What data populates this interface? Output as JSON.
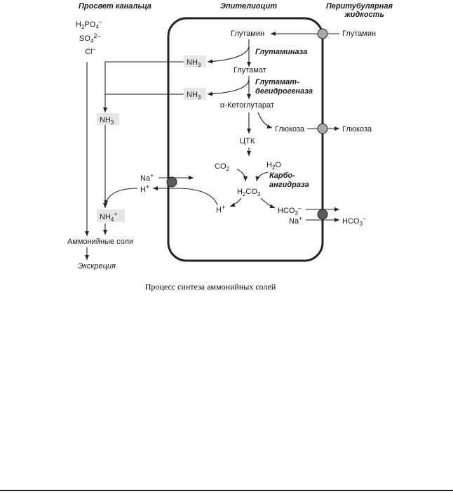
{
  "headers": {
    "lumen": "Просвет канальца",
    "cell": "Эпителиоцит",
    "peritubular_1": "Перитубулярная",
    "peritubular_2": "жидкость"
  },
  "lumen_ions": {
    "h2po4_base": "H",
    "h2po4_sub": "2",
    "h2po4_mid": "PO",
    "h2po4_sub2": "4",
    "h2po4_sup": "–",
    "so4_base": "SO",
    "so4_sub": "4",
    "so4_sup": "2–",
    "cl_base": "Cl",
    "cl_sup": "–"
  },
  "labels": {
    "glutamine_in": "Глутамин",
    "glutamine_out": "Глутамин",
    "nh3": "NH",
    "nh3_sub": "3",
    "glutamate": "Глутамат",
    "alpha_ketoglutarate": "α-Кетоглутарат",
    "glucose_in": "Глюкоза",
    "glucose_out": "Глюкоза",
    "tca": "ЦТК",
    "co2_base": "CO",
    "co2_sub": "2",
    "h2o_base": "H",
    "h2o_sub": "2",
    "h2o_end": "O",
    "h2co3_a": "H",
    "h2co3_b": "2",
    "h2co3_c": "CO",
    "h2co3_d": "3",
    "h_plus": "H",
    "plus": "+",
    "na": "Na",
    "hco3_base": "HCO",
    "hco3_sub": "3",
    "hco3_sup": "–",
    "nh4_base": "NH",
    "nh4_sub": "4",
    "nh4_sup": "+",
    "ammonium_salts": "Аммонийные соли",
    "excretion": "Экскреция"
  },
  "enzymes": {
    "glutaminase": "Глутаминаза",
    "gdh_1": "Глутамат-",
    "gdh_2": "дегидрогеназа",
    "ca_1": "Карбо-",
    "ca_2": "ангидраза"
  },
  "caption": "Процесс синтеза аммонийных солей",
  "colors": {
    "transporter_light": "#a8a8a8",
    "transporter_dark": "#5a5a5a",
    "highlight_box": "#e6e6e6"
  }
}
